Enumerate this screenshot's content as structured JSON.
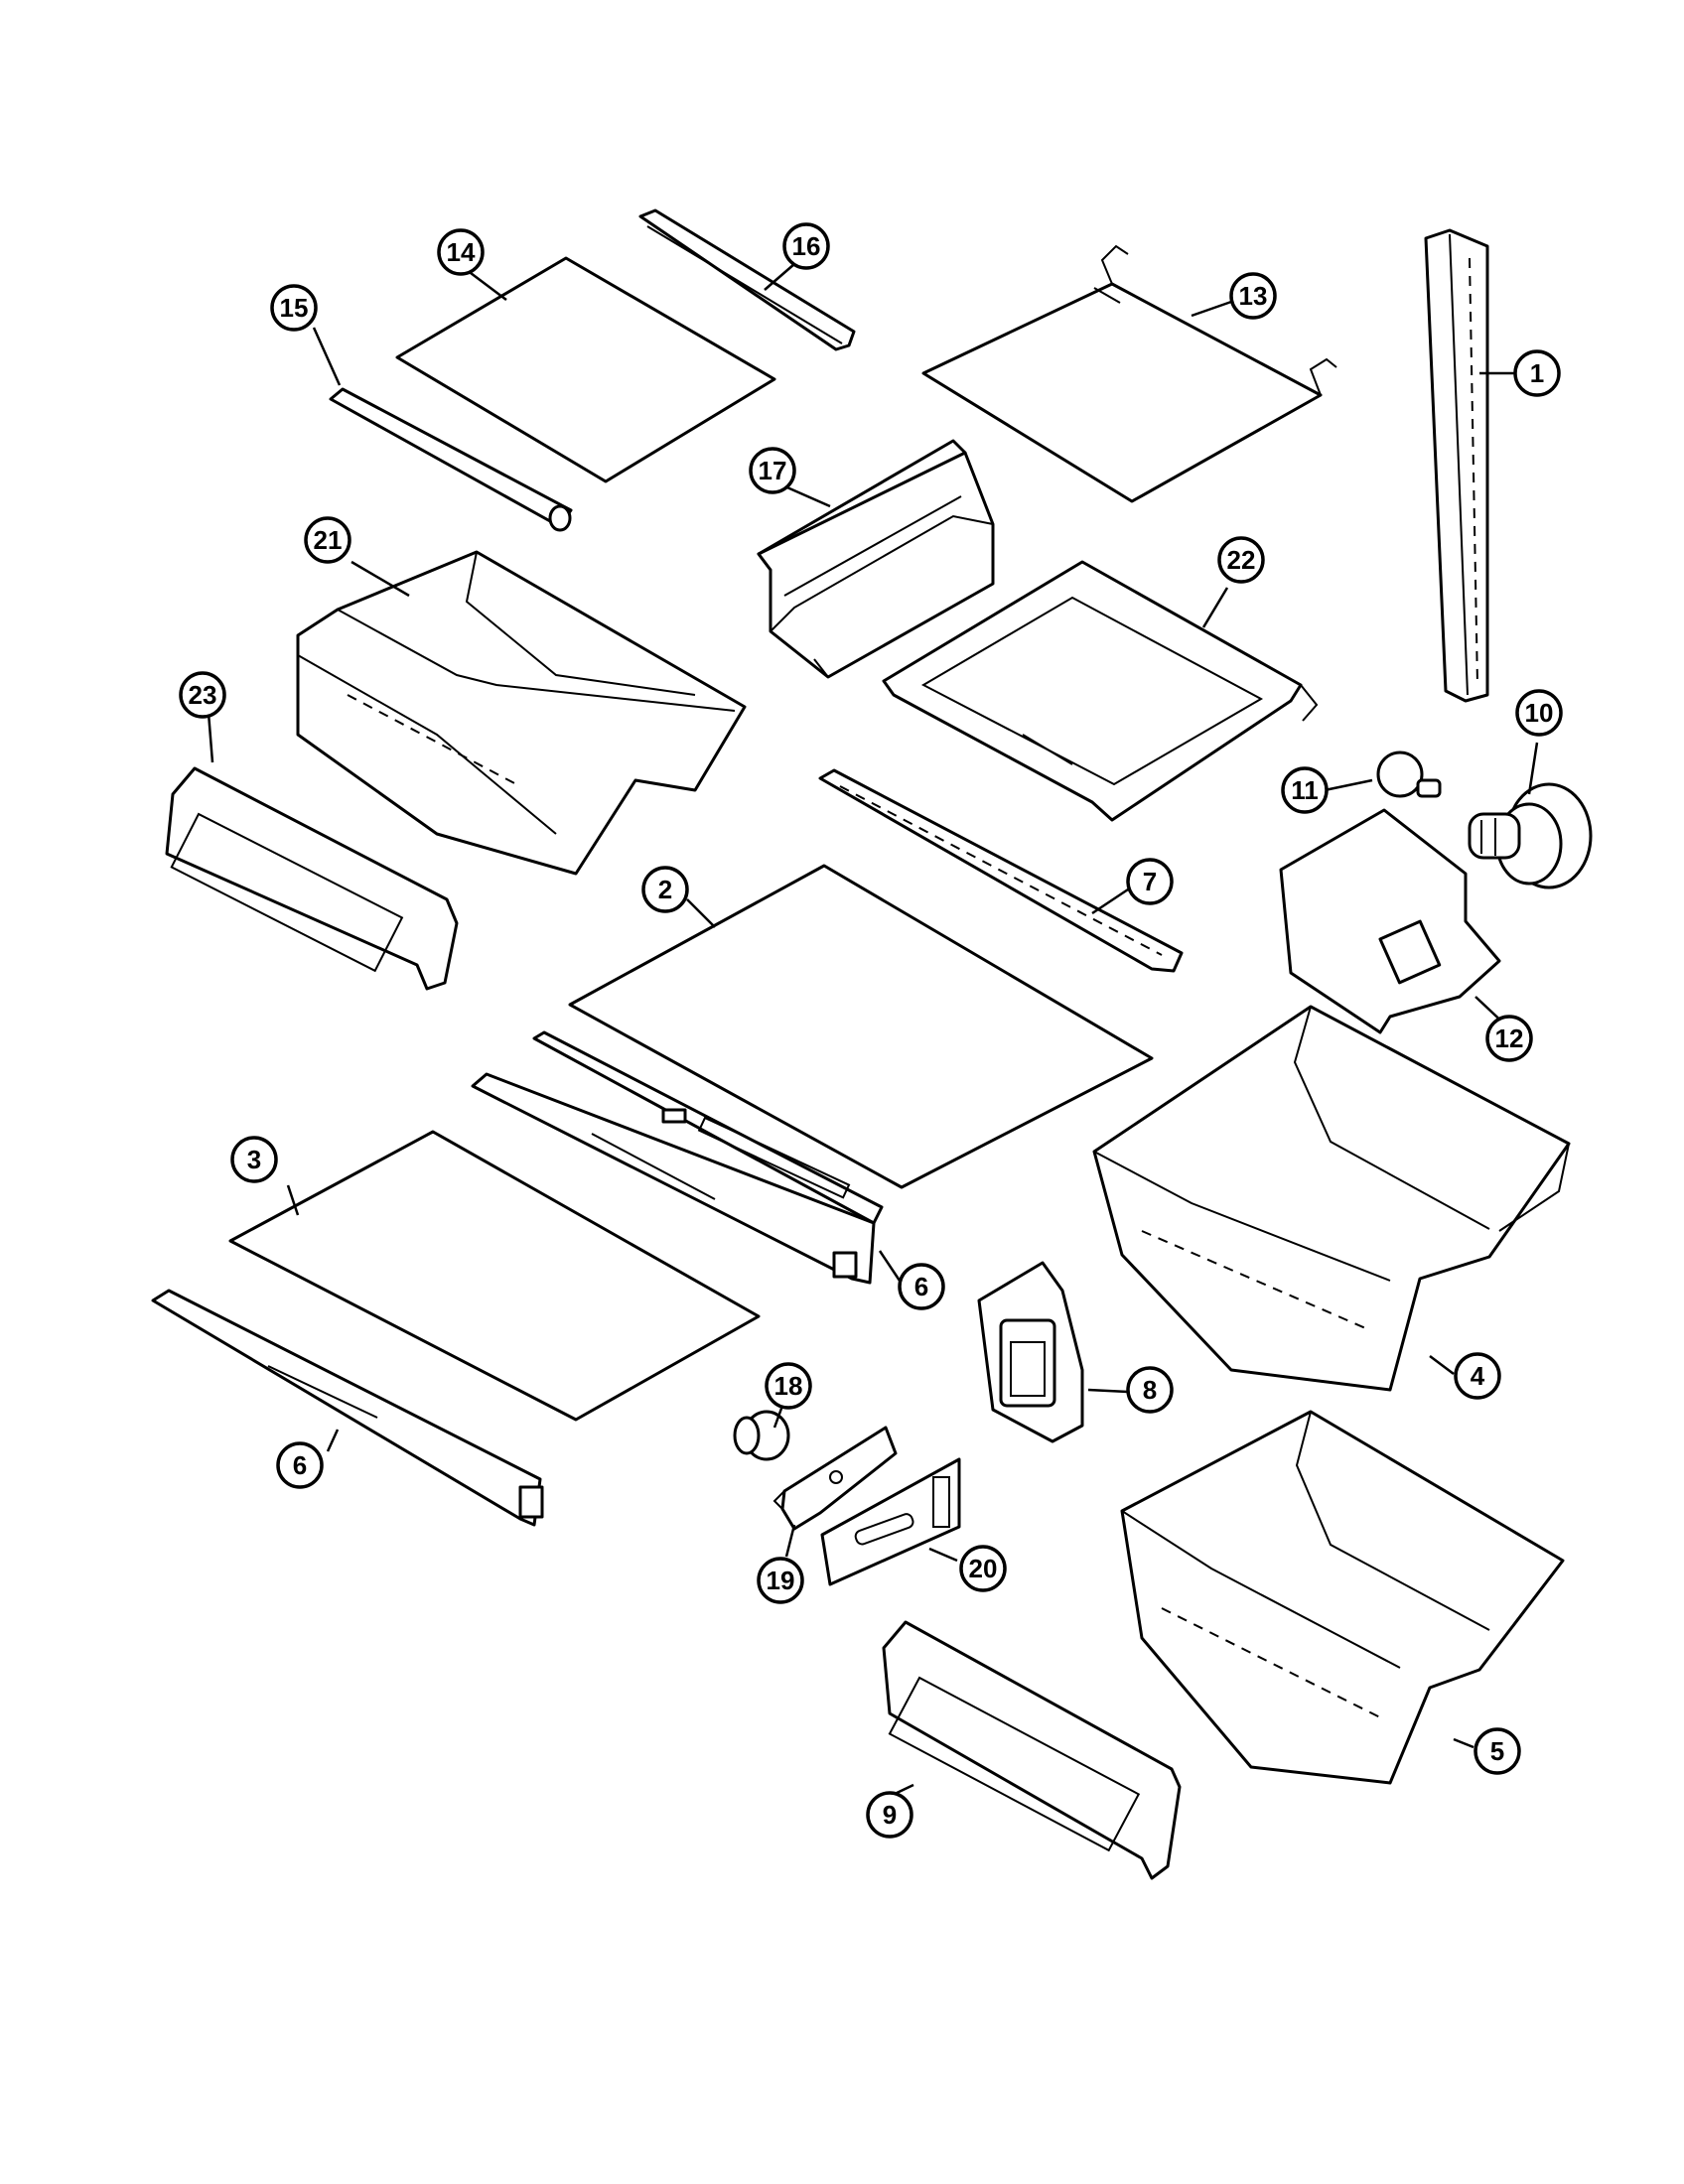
{
  "callouts": [
    {
      "id": "c14",
      "label": "14",
      "part": "shelf-glass-upper"
    },
    {
      "id": "c16",
      "label": "16",
      "part": "shelf-trim-rear"
    },
    {
      "id": "c13",
      "label": "13",
      "part": "shelf-wire-cantilever"
    },
    {
      "id": "c1",
      "label": "1",
      "part": "shelf-ladder-rail"
    },
    {
      "id": "c15",
      "label": "15",
      "part": "shelf-trim-front"
    },
    {
      "id": "c17",
      "label": "17",
      "part": "shelf-rail-bracket"
    },
    {
      "id": "c21",
      "label": "21",
      "part": "pan-meat"
    },
    {
      "id": "c22",
      "label": "22",
      "part": "shelf-frame-cantilever"
    },
    {
      "id": "c23",
      "label": "23",
      "part": "pan-meat-cover-front"
    },
    {
      "id": "c10",
      "label": "10",
      "part": "light-socket"
    },
    {
      "id": "c11",
      "label": "11",
      "part": "light-bulb"
    },
    {
      "id": "c2",
      "label": "2",
      "part": "crisper-cover-glass-upper"
    },
    {
      "id": "c7",
      "label": "7",
      "part": "crisper-cover-trim-rear"
    },
    {
      "id": "c12",
      "label": "12",
      "part": "light-shield"
    },
    {
      "id": "c3",
      "label": "3",
      "part": "crisper-cover-glass-lower"
    },
    {
      "id": "c6a",
      "label": "6",
      "part": "crisper-cover-frame-upper"
    },
    {
      "id": "c4",
      "label": "4",
      "part": "crisper-pan-upper"
    },
    {
      "id": "c8",
      "label": "8",
      "part": "control-housing"
    },
    {
      "id": "c18",
      "label": "18",
      "part": "control-knob"
    },
    {
      "id": "c6b",
      "label": "6",
      "part": "crisper-cover-frame-lower"
    },
    {
      "id": "c19",
      "label": "19",
      "part": "control-bracket"
    },
    {
      "id": "c20",
      "label": "20",
      "part": "control-plate"
    },
    {
      "id": "c5",
      "label": "5",
      "part": "crisper-pan-lower"
    },
    {
      "id": "c9",
      "label": "9",
      "part": "pan-cover-front"
    }
  ]
}
